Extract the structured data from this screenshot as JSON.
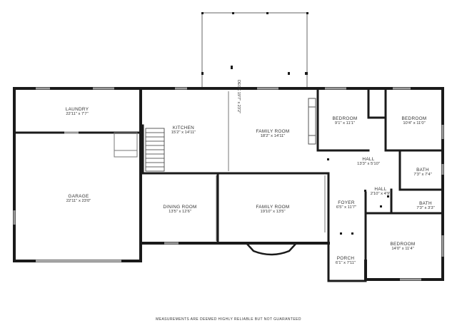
{
  "rooms": {
    "laundry": {
      "name": "LAUNDRY",
      "dims": "22'11\" x 7'7\""
    },
    "kitchen": {
      "name": "KITCHEN",
      "dims": "15'2\" x 14'11\""
    },
    "family_top": {
      "name": "FAMILY ROOM",
      "dims": "18'2\" x 14'11\""
    },
    "bedroom1": {
      "name": "BEDROOM",
      "dims": "9'1\" x 11'1\""
    },
    "bedroom2": {
      "name": "BEDROOM",
      "dims": "10'4\" x 11'0\""
    },
    "hall1": {
      "name": "HALL",
      "dims": "13'3\" x 5'10\""
    },
    "bath1": {
      "name": "BATH",
      "dims": "7'3\" x 7'4\""
    },
    "garage": {
      "name": "GARAGE",
      "dims": "22'11\" x 23'0\""
    },
    "dining": {
      "name": "DINING ROOM",
      "dims": "13'5\" x 12'6\""
    },
    "family_main": {
      "name": "FAMILY ROOM",
      "dims": "19'10\" x 13'5\""
    },
    "foyer": {
      "name": "FOYER",
      "dims": "6'5\" x 11'7\""
    },
    "hall2": {
      "name": "HALL",
      "dims": "2'10\" x 4'9\""
    },
    "bath2": {
      "name": "BATH",
      "dims": "7'3\" x 3'3\""
    },
    "bedroom3": {
      "name": "BEDROOM",
      "dims": "14'0\" x 11'4\""
    },
    "porch": {
      "name": "PORCH",
      "dims": "6'1\" x 7'11\""
    }
  },
  "deck": {
    "name": "DECK",
    "dims": "19'7\" x 23'2\""
  },
  "disclaimer": "MEASUREMENTS ARE DEEMED HIGHLY RELIABLE BUT NOT GUARANTEED",
  "colors": {
    "wall": "#1a1a1a",
    "thin_wall": "#555555",
    "window": "#9a9a9a",
    "background": "#ffffff"
  }
}
